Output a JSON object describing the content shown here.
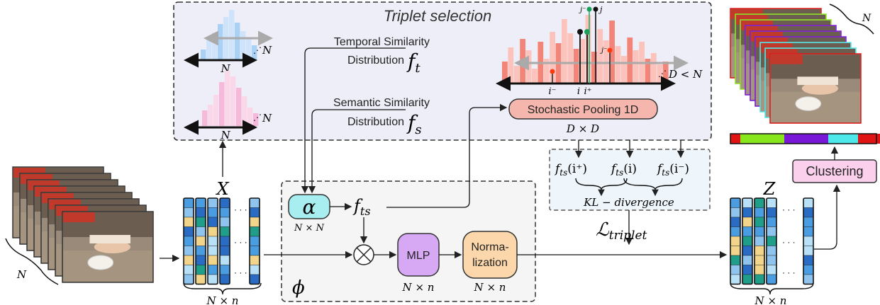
{
  "triplet_selection": {
    "title": "Triplet selection"
  },
  "temporal": {
    "line1": "Temporal Similarity",
    "line2": "Distribution",
    "symbol": "f",
    "sub": "t"
  },
  "semantic": {
    "line1": "Semantic Similarity",
    "line2": "Distribution",
    "symbol": "f",
    "sub": "s"
  },
  "hist_labels": {
    "n_span": "N",
    "n_dots": "N",
    "n_span2": "N",
    "n_dots2": "N"
  },
  "triplet_hist": {
    "i_minus": "i⁻",
    "i": "i",
    "i_plus": "i⁺",
    "j": "j",
    "j_minus": "j⁻",
    "j_minus2": "j⁻",
    "d_lt_n": "D < N"
  },
  "stochastic_pooling": {
    "label": "Stochastic Pooling 1D",
    "dim": "D × D"
  },
  "kl_block": {
    "f_prefix": "f",
    "sub": "ts",
    "args": [
      "(i⁺)",
      "(i)",
      "(i⁻)"
    ],
    "kl": "KL − divergence"
  },
  "loss": {
    "symbol": "ℒ",
    "sub": "triplet"
  },
  "input": {
    "n_label": "N"
  },
  "x_matrix": {
    "symbol": "X",
    "dim": "N × n",
    "dots": "· · ·"
  },
  "phi_block": {
    "alpha": "α",
    "alpha_dim": "N × N",
    "fts": "f",
    "fts_sub": "ts",
    "mlp": "MLP",
    "mlp_dim": "N × n",
    "norm_line1": "Norma-",
    "norm_line2": "lization",
    "norm_dim": "N × n",
    "phi": "ϕ"
  },
  "z_matrix": {
    "symbol": "Z",
    "dim": "N × n",
    "dots": "· · ·"
  },
  "clustering": {
    "label": "Clustering"
  },
  "output": {
    "n_label": "N"
  },
  "cluster_bar_colors": [
    "#e01414",
    "#88e61c",
    "#7a18d8",
    "#4ee8ea",
    "#e01414"
  ],
  "matrix_palette": [
    "#f2d58a",
    "#2a6cc4",
    "#4a9de0",
    "#8fc4ee",
    "#1f9e8a",
    "#b8e0f6"
  ]
}
